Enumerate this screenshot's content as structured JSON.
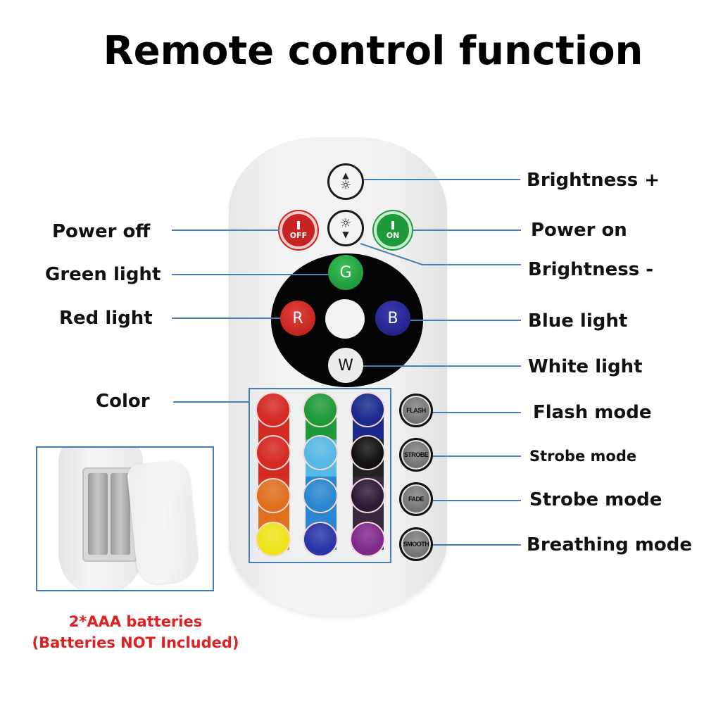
{
  "title": "Remote control function",
  "colors": {
    "leader_line": "#4a7fb5",
    "note_text": "#e02020",
    "power_off": "#c52422",
    "power_on": "#1f9a3a"
  },
  "labels_left": [
    {
      "id": "power_off",
      "text": "Power off"
    },
    {
      "id": "green_light",
      "text": "Green light"
    },
    {
      "id": "red_light",
      "text": "Red light"
    },
    {
      "id": "color",
      "text": "Color"
    }
  ],
  "labels_right": [
    {
      "id": "brightness_up",
      "text": "Brightness +"
    },
    {
      "id": "power_on",
      "text": "Power on"
    },
    {
      "id": "brightness_down",
      "text": "Brightness -"
    },
    {
      "id": "blue_light",
      "text": "Blue light"
    },
    {
      "id": "white_light",
      "text": "White light"
    },
    {
      "id": "flash_mode",
      "text": "Flash mode"
    },
    {
      "id": "strobe_mode_1",
      "text": "Strobe mode"
    },
    {
      "id": "strobe_mode_2",
      "text": "Strobe mode"
    },
    {
      "id": "breathing_mode",
      "text": "Breathing mode"
    }
  ],
  "remote": {
    "power_off_label": "OFF",
    "power_on_label": "ON",
    "brightness_up_icon": "sun-with-up-arrow",
    "brightness_down_icon": "sun-with-down-arrow",
    "rgb_buttons": {
      "green": "G",
      "red": "R",
      "blue": "B",
      "white": "W"
    },
    "color_grid": [
      [
        "#d42a22",
        "#1f9a3a",
        "#1b2a8c"
      ],
      [
        "#d42a22",
        "#56b8e4",
        "#111111"
      ],
      [
        "#e0701e",
        "#2a86d0",
        "#2e1a36"
      ],
      [
        "#f0e21a",
        "#2a36a8",
        "#7e2a8c"
      ]
    ],
    "mode_buttons": [
      "FLASH",
      "STROBE",
      "FADE",
      "SMOOTH"
    ]
  },
  "battery_note": {
    "line1": "2*AAA batteries",
    "line2": "(Batteries NOT Included)"
  }
}
